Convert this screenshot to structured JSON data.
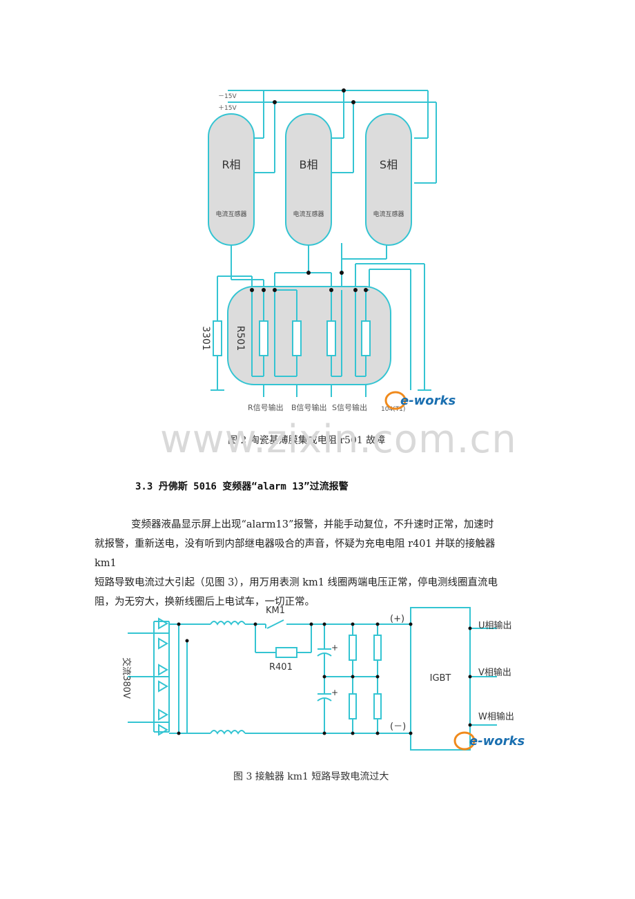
{
  "figure2": {
    "supply_neg": "－15V",
    "supply_pos": "＋15V",
    "sensors": [
      {
        "phase": "R相",
        "label": "电流互感器"
      },
      {
        "phase": "B相",
        "label": "电流互感器"
      },
      {
        "phase": "S相",
        "label": "电流互感器"
      }
    ],
    "resistor_left": "3301",
    "resistor_block": "R501",
    "outputs": [
      "R信号输出",
      "B信号输出",
      "S信号输出"
    ],
    "code": "104(T1)",
    "logo": "e-works",
    "caption": "图 2  陶瓷基薄膜集成电阻 r501 故障"
  },
  "watermark": "www.zixin.com.cn",
  "section": {
    "heading": "3.3  丹佛斯 5016 变频器“alarm 13”过流报警",
    "para_lines": [
      "变频器液晶显示屏上出现“alarm13”报警，并能手动复位，不升速时正常，加速时",
      "就报警，重新送电，没有听到内部继电器吸合的声音，怀疑为充电电阻 r401 并联的接触器 km1",
      "短路导致电流过大引起（见图 3），用万用表测 km1 线圈两端电压正常，停电测线圈直流电",
      "阻，为无穷大，换新线圈后上电试车，一切正常。"
    ]
  },
  "figure3": {
    "input_label": "交流380V",
    "km1": "KM1",
    "r401": "R401",
    "plus": "(+)",
    "minus": "(－)",
    "cap_plus": "+",
    "igbt": "IGBT",
    "outputs": [
      "U相输出",
      "V相输出",
      "W相输出"
    ],
    "logo": "e-works",
    "caption": "图 3  接触器 km1 短路导致电流过大"
  },
  "colors": {
    "wire": "#33c4d2",
    "sensor_fill": "#dcdcdc",
    "logo": "#1a6fb0",
    "logo_accent": "#f08a1c"
  }
}
